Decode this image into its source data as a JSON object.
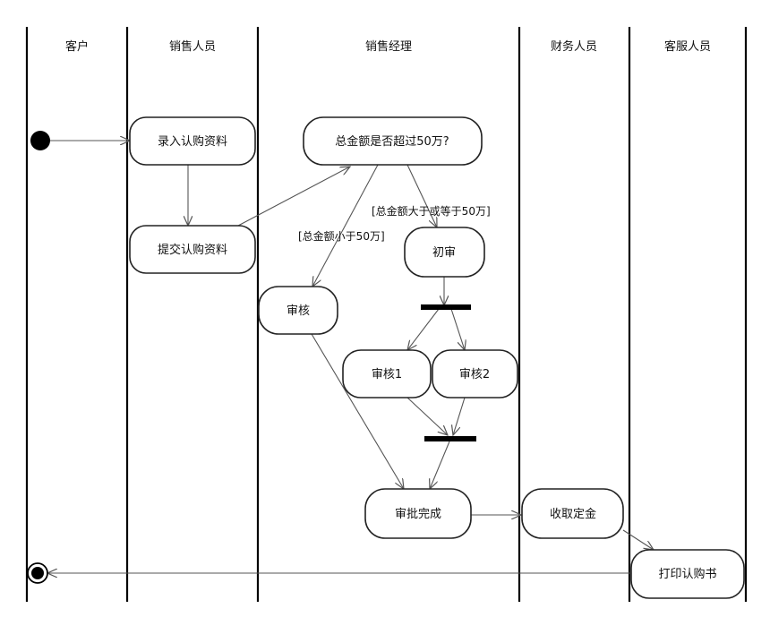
{
  "lanes": [
    "客户",
    "销售人员",
    "销售经理",
    "财务人员",
    "客服人员"
  ],
  "nodes": {
    "enter_info": "录入认购资料",
    "submit_info": "提交认购资料",
    "decision": "总金额是否超过50万?",
    "first_review": "初审",
    "review": "审核",
    "review1": "审核1",
    "review2": "审核2",
    "approved": "审批完成",
    "collect_deposit": "收取定金",
    "print_contract": "打印认购书"
  },
  "guards": {
    "ge_50w": "[总金额大于或等于50万]",
    "lt_50w": "[总金额小于50万]"
  }
}
